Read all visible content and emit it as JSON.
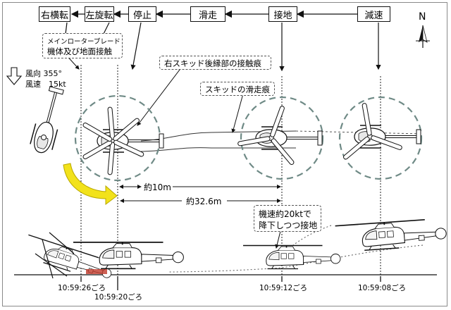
{
  "phases": [
    "右横転",
    "左旋転",
    "停止",
    "滑走",
    "接地",
    "減速"
  ],
  "compass": {
    "label": "N"
  },
  "wind": {
    "direction": "風向 355°",
    "speed": "風速　15kt"
  },
  "callouts": {
    "blade_contact_title": "メインローターブレード",
    "blade_contact_detail": "機体及び地面接触",
    "right_skid_mark": "右スキッド後縁部の接触痕",
    "skid_slide_mark": "スキッドの滑走痕",
    "descent_note_line1": "機速約20ktで",
    "descent_note_line2": "降下しつつ接地"
  },
  "distances": {
    "short": "約10m",
    "long": "約32.6m"
  },
  "times": [
    "10:59:26ごろ",
    "10:59:20ごろ",
    "10:59:12ごろ",
    "10:59:08ごろ"
  ],
  "colors": {
    "rotation_arrow": "#f2e21b",
    "rotor_circle": "#6f8a86",
    "skid_mark_fill": "#c0392b"
  }
}
